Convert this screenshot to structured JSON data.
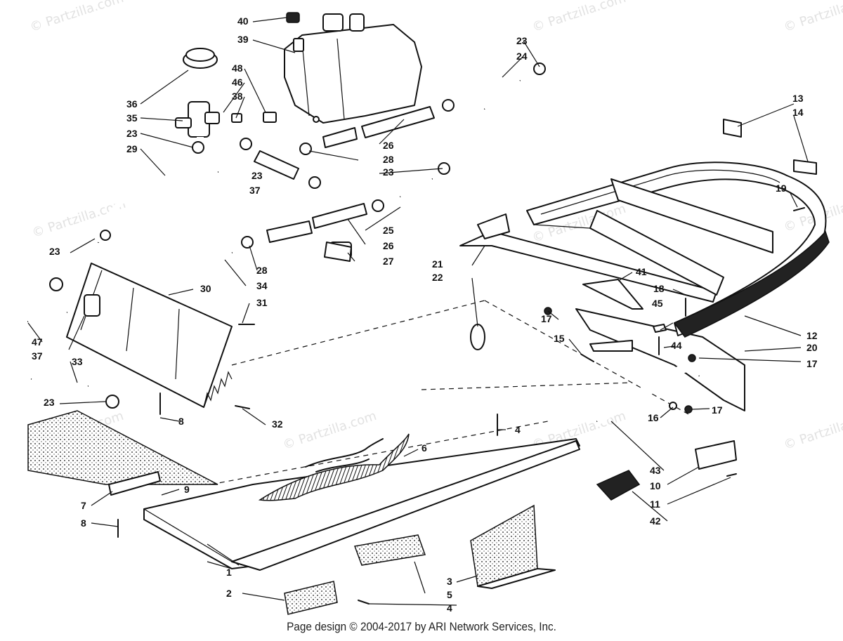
{
  "footer": "Page design © 2004-2017 by ARI Network Services, Inc.",
  "watermark": "© Partzilla.com",
  "colors": {
    "ink": "#111111",
    "background": "#ffffff",
    "watermark": "#e2e2e2"
  },
  "callouts": [
    "1",
    "2",
    "3",
    "4",
    "5",
    "6",
    "7",
    "8",
    "9",
    "10",
    "11",
    "12",
    "13",
    "14",
    "15",
    "16",
    "17",
    "18",
    "19",
    "20",
    "21",
    "22",
    "23",
    "24",
    "25",
    "26",
    "27",
    "28",
    "29",
    "30",
    "31",
    "32",
    "33",
    "34",
    "35",
    "36",
    "37",
    "38",
    "39",
    "40",
    "41",
    "42",
    "43",
    "44",
    "45",
    "46",
    "47",
    "48"
  ]
}
